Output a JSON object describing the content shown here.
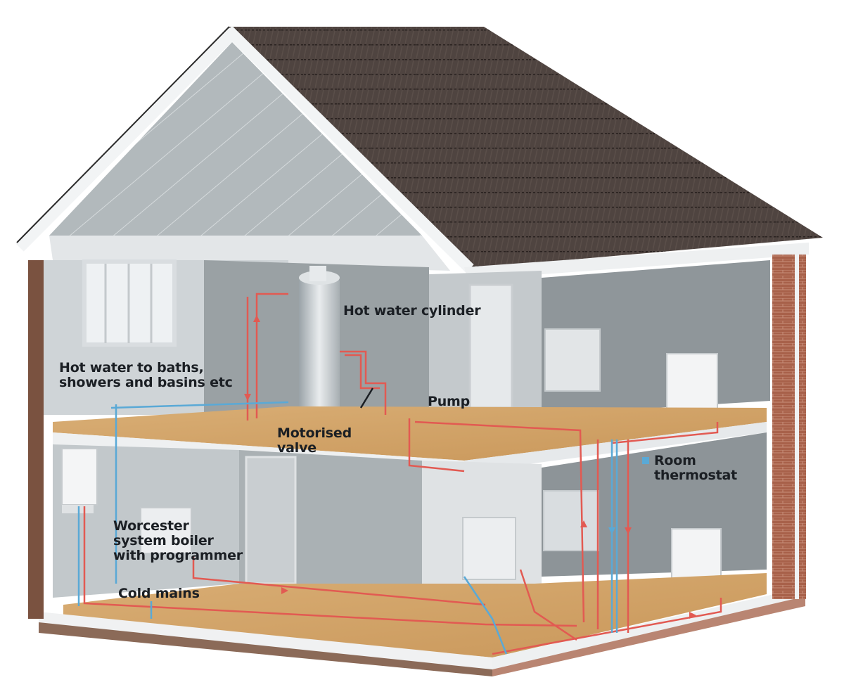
{
  "diagram": {
    "subject": "House central heating system cutaway",
    "colors": {
      "roof_tiles": "#4f4440",
      "roof_tile_rows": "#2a2220",
      "gable_soffit": "#aeb5b8",
      "fascia": "#f2f4f5",
      "brick": "#a8614a",
      "wall_upper": "#9aa1a4",
      "wall_lower": "#a3aaae",
      "wall_light": "#d8dcdf",
      "floor_wood": "#d4a66a",
      "floor_edge": "#f0f0f0",
      "hot_pipe": "#e25a52",
      "cold_pipe": "#5aa9d6",
      "label_text": "#1b1f24"
    },
    "labels": [
      {
        "id": "hot-water-cylinder",
        "lines": [
          "Hot water cylinder"
        ]
      },
      {
        "id": "hot-water-to-baths",
        "lines": [
          "Hot water to baths,",
          "showers and basins etc"
        ]
      },
      {
        "id": "pump",
        "lines": [
          "Pump"
        ]
      },
      {
        "id": "motorised-valve",
        "lines": [
          "Motorised",
          "valve"
        ]
      },
      {
        "id": "room-thermostat",
        "lines": [
          "Room",
          "thermostat"
        ]
      },
      {
        "id": "system-boiler",
        "lines": [
          "Worcester",
          "system boiler",
          "with programmer"
        ]
      },
      {
        "id": "cold-mains",
        "lines": [
          "Cold mains"
        ]
      }
    ]
  }
}
